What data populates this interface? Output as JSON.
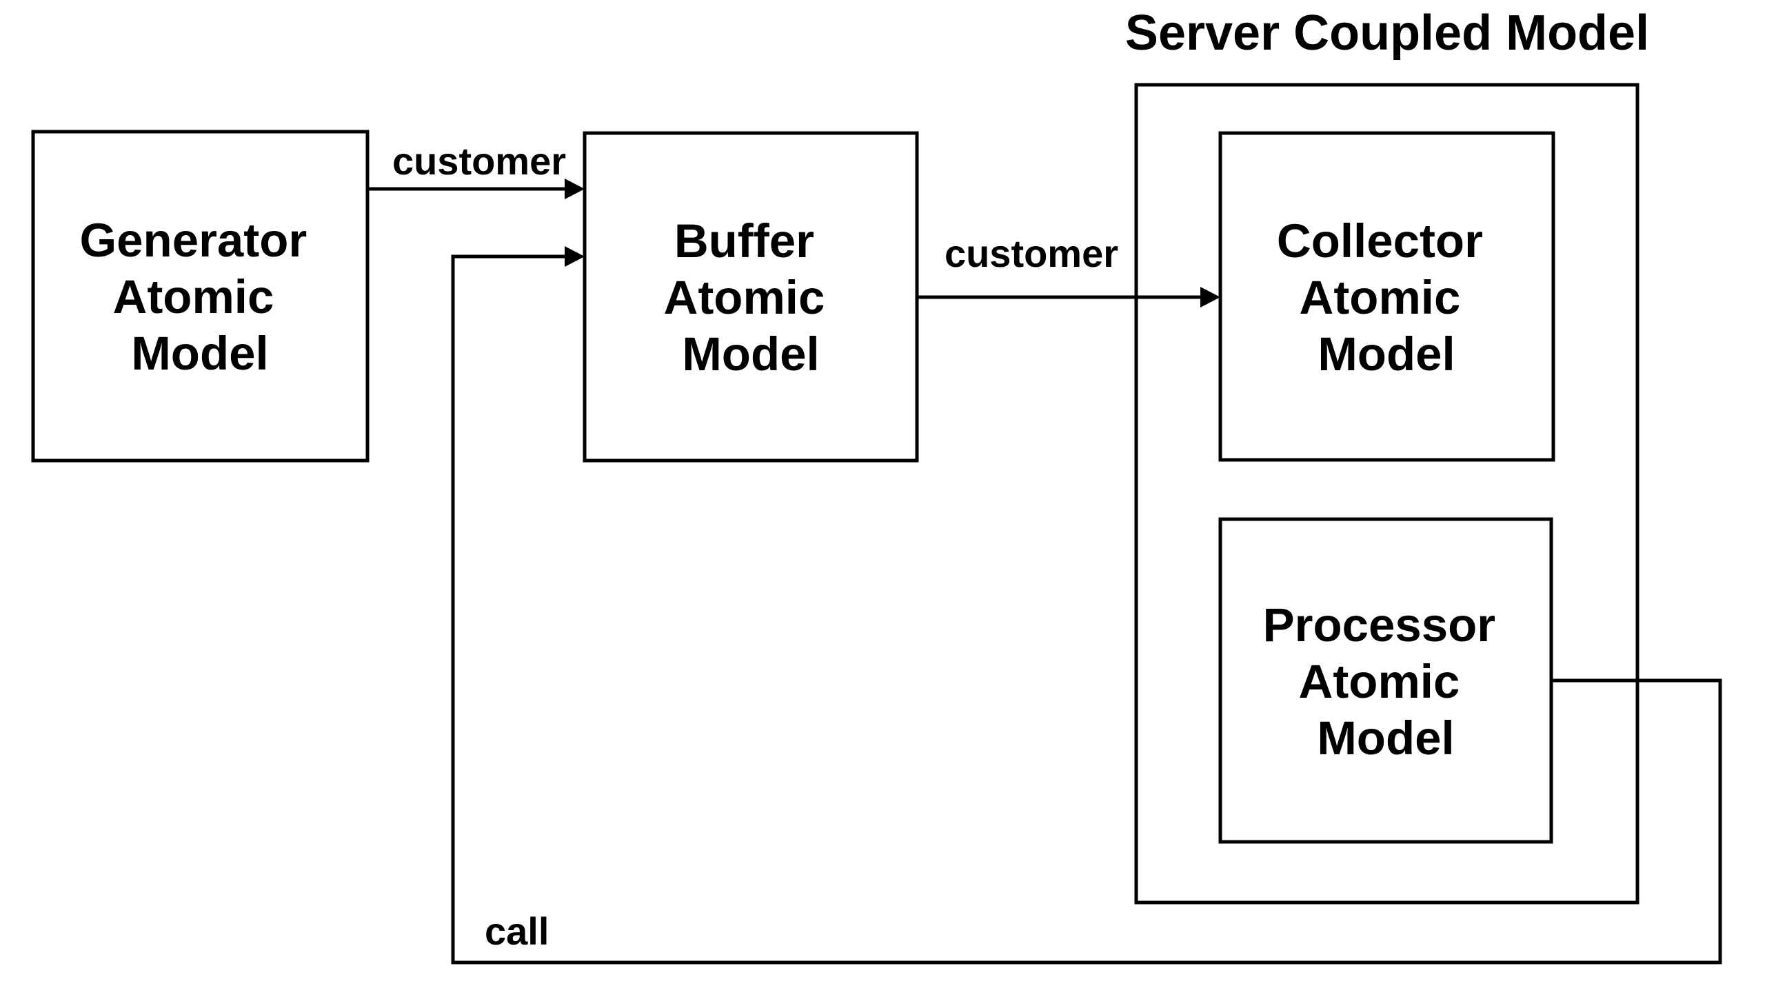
{
  "colors": {
    "ink": "#000000",
    "background": "#ffffff"
  },
  "server_group": {
    "title": "Server Coupled Model"
  },
  "boxes": {
    "generator": {
      "lines": [
        "Generator",
        "Atomic",
        "Model"
      ]
    },
    "buffer": {
      "lines": [
        "Buffer",
        "Atomic",
        "Model"
      ]
    },
    "collector": {
      "lines": [
        "Collector",
        "Atomic",
        "Model"
      ]
    },
    "processor": {
      "lines": [
        "Processor",
        "Atomic",
        "Model"
      ]
    }
  },
  "edges": {
    "generator_to_buffer": {
      "label": "customer"
    },
    "buffer_to_collector": {
      "label": "customer"
    },
    "processor_to_buffer": {
      "label": "call"
    }
  }
}
